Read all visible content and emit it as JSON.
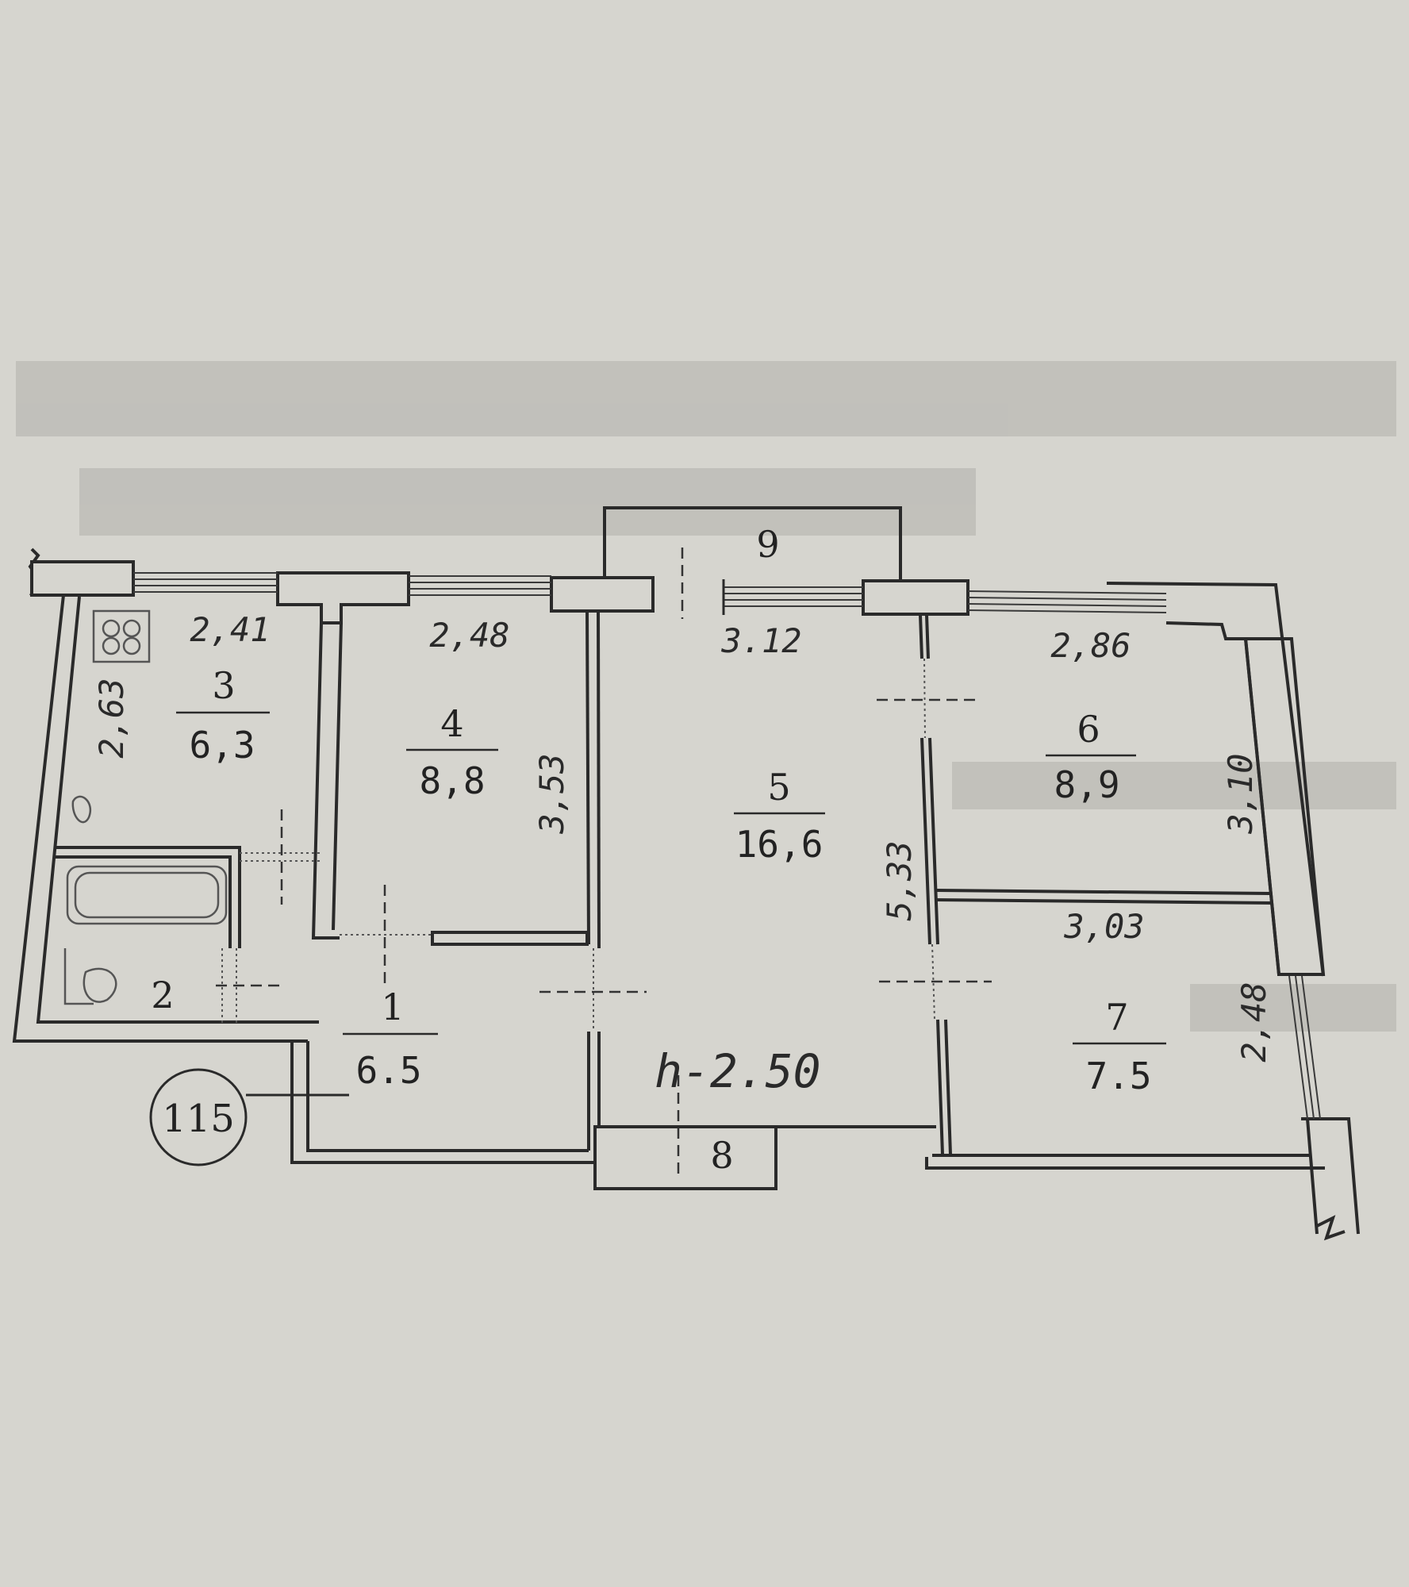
{
  "apartment": {
    "number": "115",
    "height": "h-2.50"
  },
  "rooms": [
    {
      "id": "1",
      "number": "1",
      "area": "6.5"
    },
    {
      "id": "2",
      "number": "2",
      "area": ""
    },
    {
      "id": "3",
      "number": "3",
      "area": "6,3"
    },
    {
      "id": "4",
      "number": "4",
      "area": "8,8"
    },
    {
      "id": "5",
      "number": "5",
      "area": "16,6"
    },
    {
      "id": "6",
      "number": "6",
      "area": "8,9"
    },
    {
      "id": "7",
      "number": "7",
      "area": "7.5"
    },
    {
      "id": "8",
      "number": "8",
      "area": ""
    },
    {
      "id": "9",
      "number": "9",
      "area": ""
    }
  ],
  "dimensions": {
    "room3_width": "2,41",
    "room3_depth": "2,63",
    "room4_width": "2,48",
    "room4_depth": "3,53",
    "room5_width": "3.12",
    "room5_depth": "5,33",
    "room6_width": "2,86",
    "room6_depth": "3,10",
    "room7_width": "3,03",
    "room7_depth": "2,48"
  }
}
